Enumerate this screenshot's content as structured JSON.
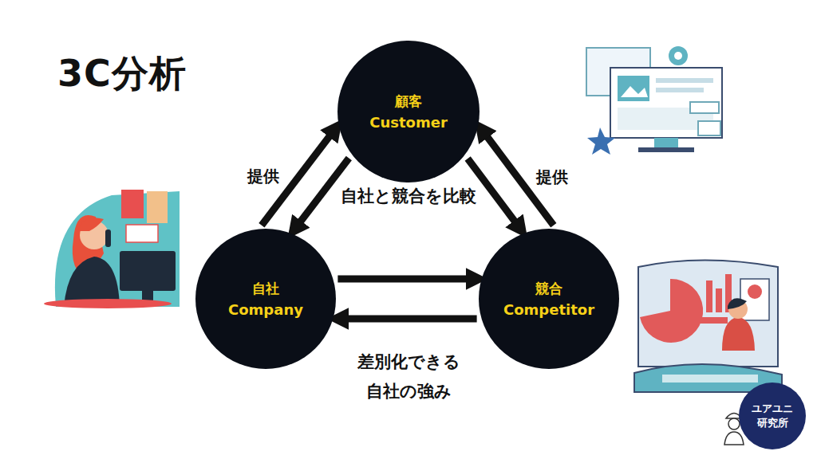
{
  "diagram": {
    "title": "3C分析",
    "nodes": [
      {
        "text": [
          "顧客",
          "Customer"
        ]
      },
      {
        "text": [
          "自社",
          "Company"
        ]
      },
      {
        "text": [
          "競合",
          "Competitor"
        ]
      },
      {
        "text": [
          "ユアユニ",
          "研究所"
        ]
      }
    ],
    "edges": [
      {
        "from": 1,
        "to": 0,
        "arrow": "to",
        "label": "提供"
      },
      {
        "from": 0,
        "to": 1,
        "arrow": "to"
      },
      {
        "from": 2,
        "to": 0,
        "arrow": "to",
        "label": "提供"
      },
      {
        "from": 0,
        "to": 2,
        "arrow": "to"
      },
      {
        "from": 1,
        "to": 2,
        "arrow": "to"
      },
      {
        "from": 2,
        "to": 1,
        "arrow": "to"
      }
    ],
    "labels": [
      "自社と競合を比較",
      "差別化できる 自社の強み"
    ]
  }
}
